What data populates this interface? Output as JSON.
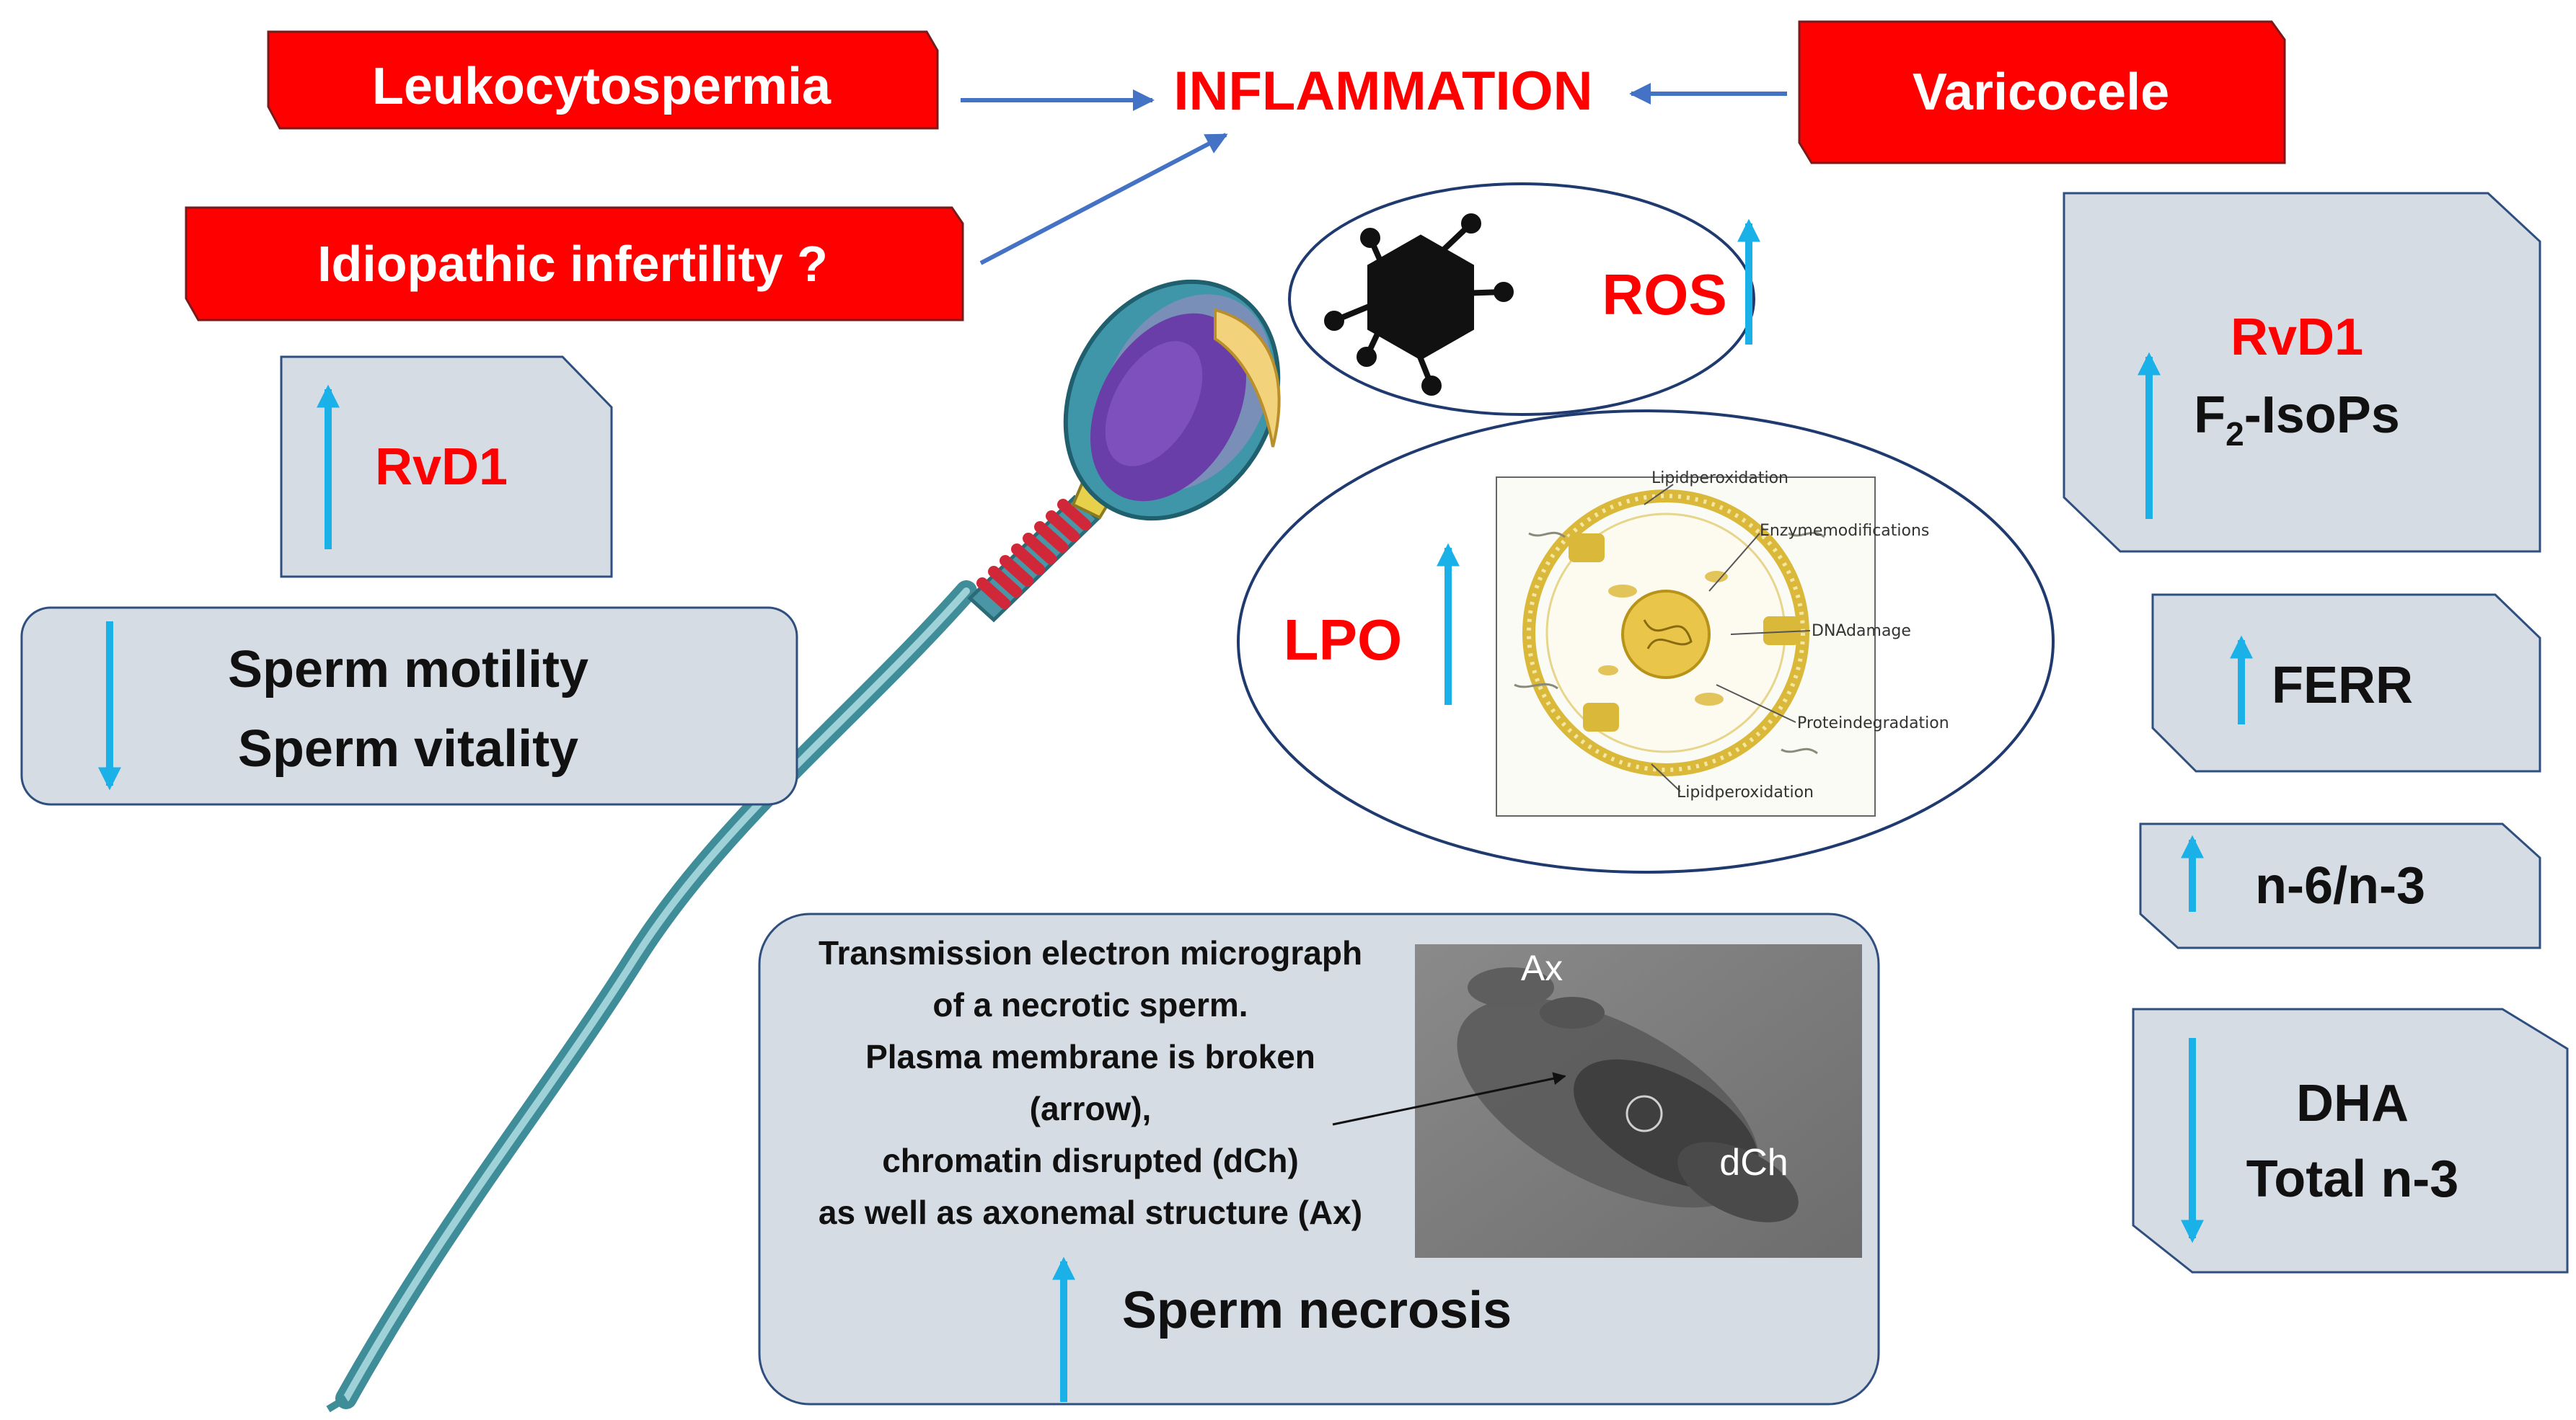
{
  "causes": {
    "leukocytospermia": "Leukocytospermia",
    "idiopathic": "Idiopathic infertility  ?",
    "varicocele": "Varicocele"
  },
  "inflammation": "INFLAMMATION",
  "ros": {
    "label": "ROS"
  },
  "lpo": {
    "label": "LPO",
    "cell_labels": [
      "Lipidperoxidation",
      "Enzymemodifications",
      "DNAdamage",
      "Proteindegradation",
      "Lipidperoxidation"
    ]
  },
  "left_panel": {
    "rvd1": "RvD1",
    "motility": "Sperm motility",
    "vitality": "Sperm vitality"
  },
  "right_panel": {
    "rvd1": "RvD1",
    "f2_main": "F",
    "f2_sub": "2",
    "f2_rest": "-IsoPs",
    "ferr": "FERR",
    "ratio": "n-6/n-3",
    "dha": "DHA",
    "total_n3": "Total n-3"
  },
  "necrosis": {
    "caption_lines": [
      "Transmission electron micrograph",
      "of a necrotic sperm.",
      "Plasma membrane is broken",
      "(arrow),",
      "chromatin disrupted (dCh)",
      "as well as axonemal structure (Ax)"
    ],
    "ax_label": "Ax",
    "dch_label": "dCh",
    "title": "Sperm necrosis"
  },
  "colors": {
    "red": "#ff0000",
    "box_fill": "#d6dce4",
    "box_stroke": "#2f4f7f",
    "arrow_blue": "#4472c4",
    "cyan_arrow": "#1ab0e8"
  }
}
